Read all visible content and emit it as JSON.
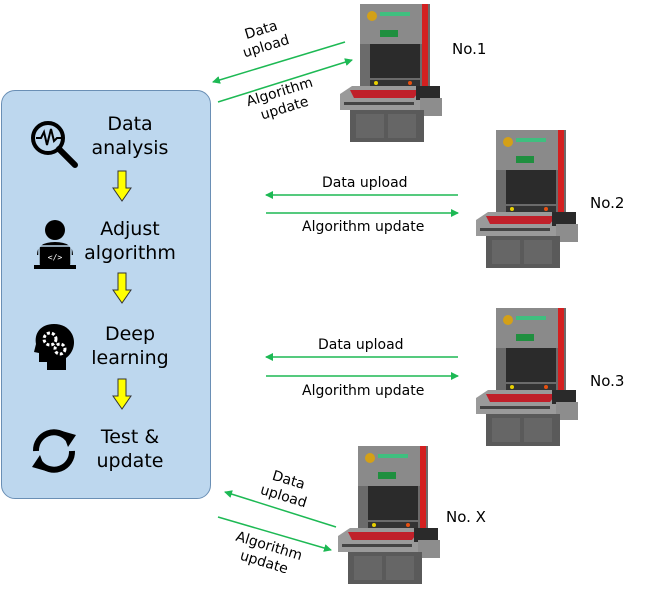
{
  "colors": {
    "panel": "#bdd7ee",
    "arrow": "#1db954",
    "step_arrow": "#ffff00"
  },
  "steps": [
    {
      "label_1": "Data",
      "label_2": "analysis",
      "icon": "magnifier-waveform-icon"
    },
    {
      "label_1": "Adjust",
      "label_2": "algorithm",
      "icon": "person-laptop-code-icon"
    },
    {
      "label_1": "Deep",
      "label_2": "learning",
      "icon": "head-gears-icon"
    },
    {
      "label_1": "Test &",
      "label_2": "update",
      "icon": "refresh-cycle-icon"
    }
  ],
  "machines": [
    {
      "name": "No.1",
      "upload": "Data upload",
      "upload_1": "Data",
      "upload_2": "upload",
      "update_1": "Algorithm",
      "update_2": "update"
    },
    {
      "name": "No.2",
      "upload": "Data upload",
      "update": "Algorithm update"
    },
    {
      "name": "No.3",
      "upload": "Data upload",
      "update": "Algorithm update"
    },
    {
      "name": "No. X",
      "upload_1": "Data",
      "upload_2": "upload",
      "update_1": "Algorithm",
      "update_2": "update"
    }
  ]
}
